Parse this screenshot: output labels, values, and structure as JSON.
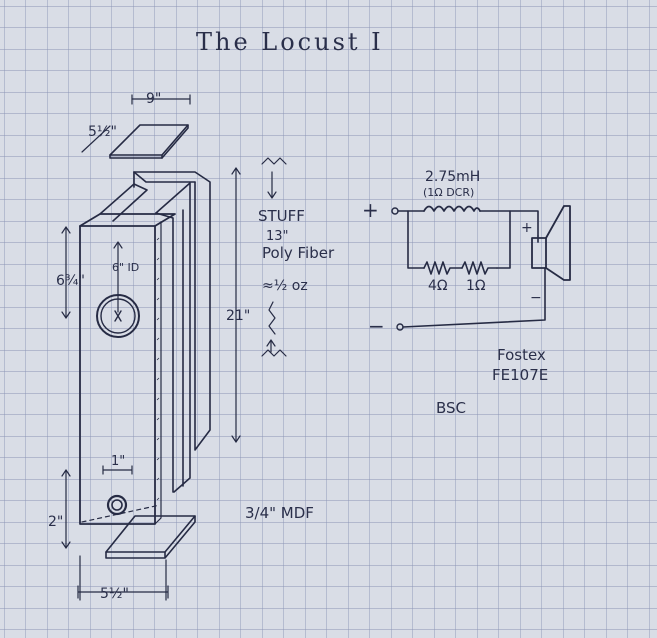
{
  "title": "The Locust I",
  "cabinet": {
    "lid_width": "9\"",
    "lid_depth": "5½\"",
    "height": "21\"",
    "driver_height": "6¾\"",
    "driver_hole": "6\" ID",
    "port_size": "1\"",
    "port_height": "2\"",
    "base_width": "5½\""
  },
  "stuffing": {
    "line1": "STUFF",
    "line2": "13\"",
    "line3": "Poly Fiber",
    "line4": "≈½ oz"
  },
  "material": "3/4\" MDF",
  "circuit": {
    "plus": "+",
    "minus": "−",
    "inductor_value": "2.75mH",
    "inductor_dcr": "(1Ω DCR)",
    "resistor1": "4Ω",
    "resistor2": "1Ω",
    "driver_plus": "+",
    "driver_minus": "−",
    "driver_name_1": "Fostex",
    "driver_name_2": "FE107E",
    "label": "BSC"
  },
  "colors": {
    "paper": "#d9dde6",
    "grid": "#8a93b4",
    "ink": "#262b44"
  }
}
